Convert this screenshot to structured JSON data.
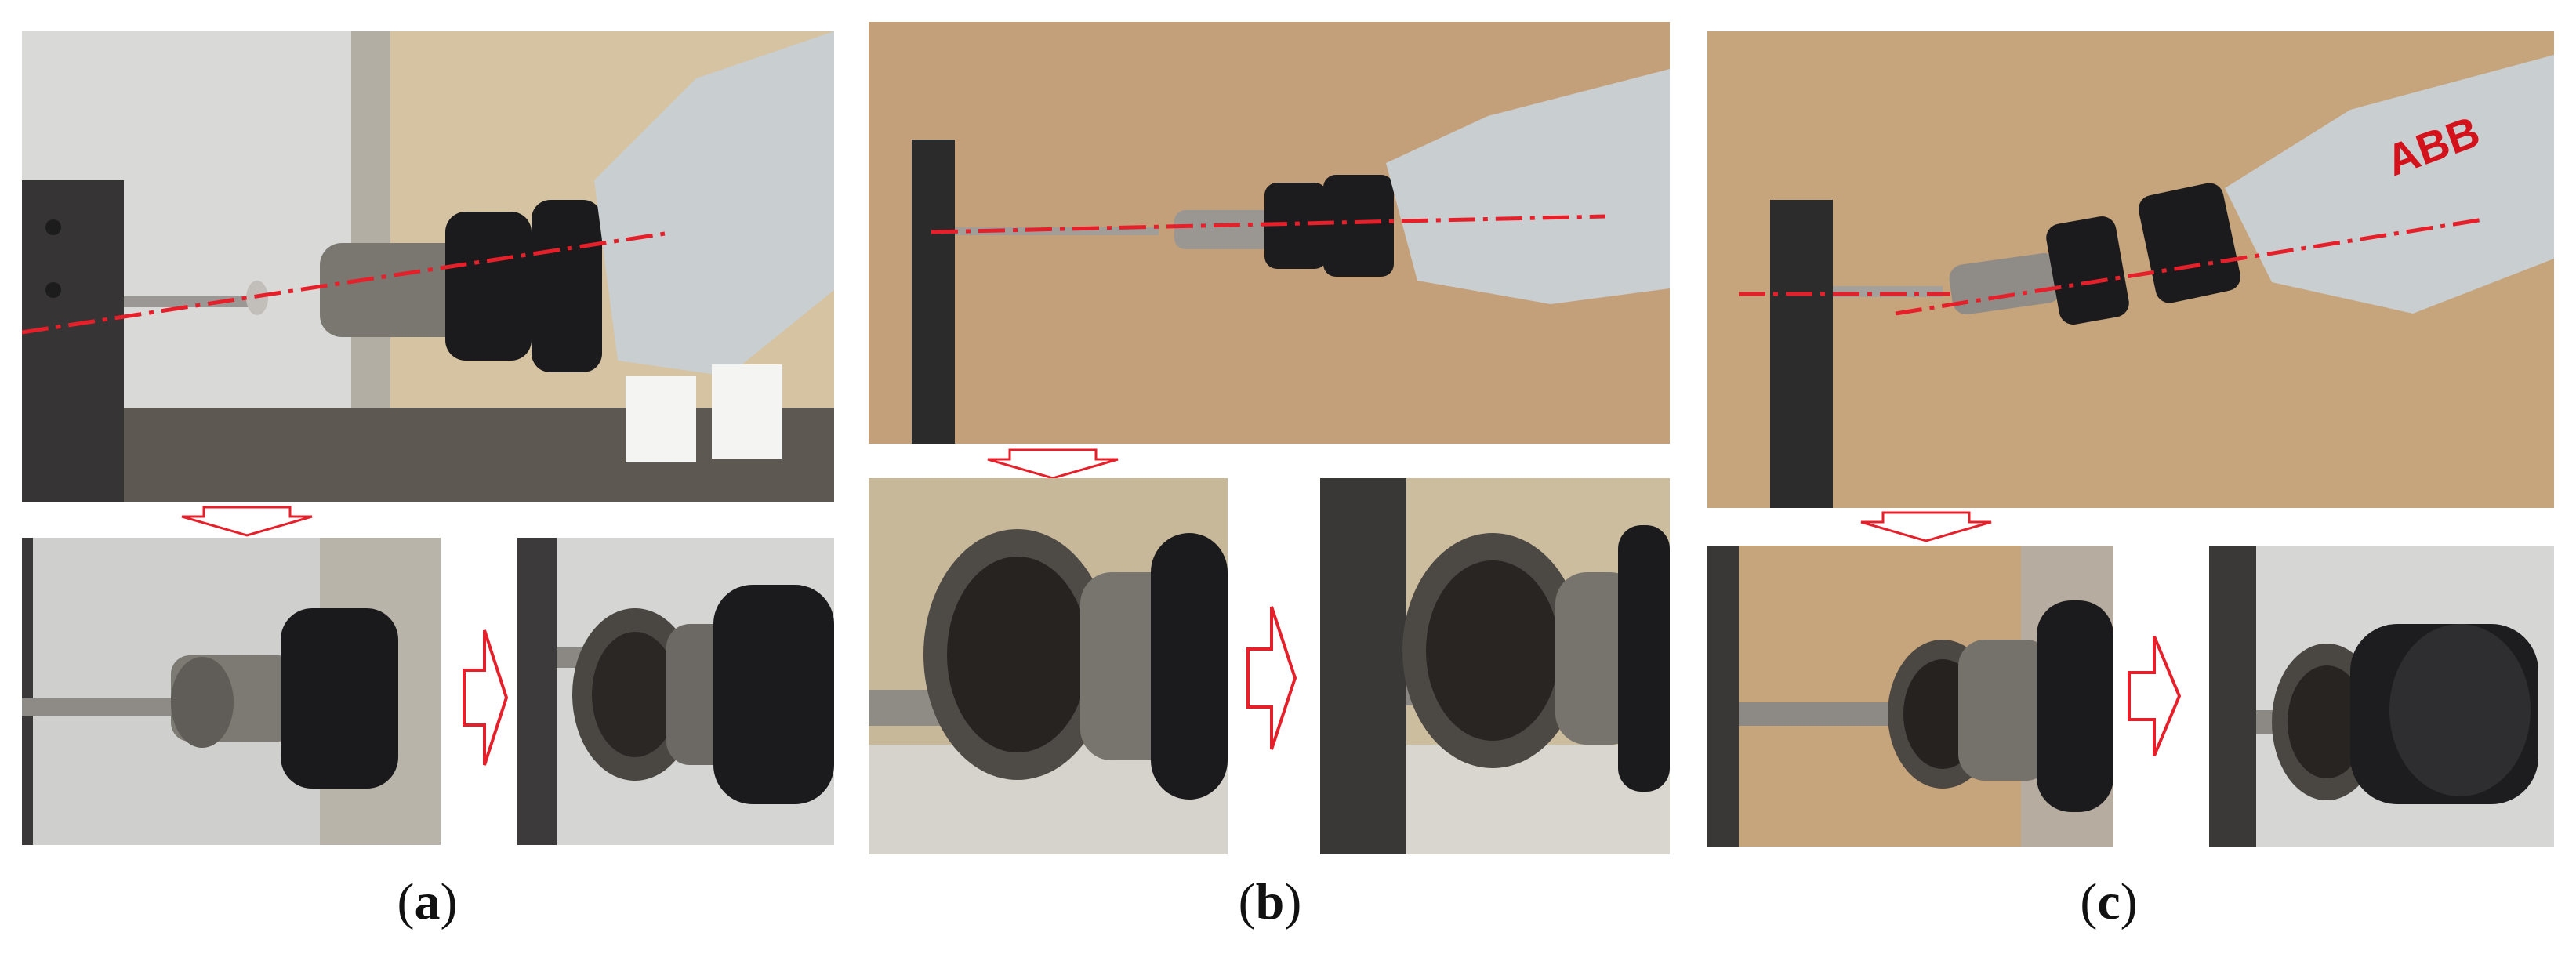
{
  "panels": [
    {
      "id": "a",
      "caption_open": "(",
      "caption_letter": "a",
      "caption_close": ")"
    },
    {
      "id": "b",
      "caption_open": "(",
      "caption_letter": "b",
      "caption_close": ")"
    },
    {
      "id": "c",
      "caption_open": "(",
      "caption_letter": "c",
      "caption_close": ")"
    }
  ],
  "logo_text": "ABB",
  "colors": {
    "alignment_line": "#e5202a",
    "arrow_outline": "#e5202a",
    "cardboard": "#c8a37a",
    "robot_arm": "#d4d9dc"
  },
  "icons": [
    "down-arrow-icon",
    "right-arrow-icon"
  ]
}
